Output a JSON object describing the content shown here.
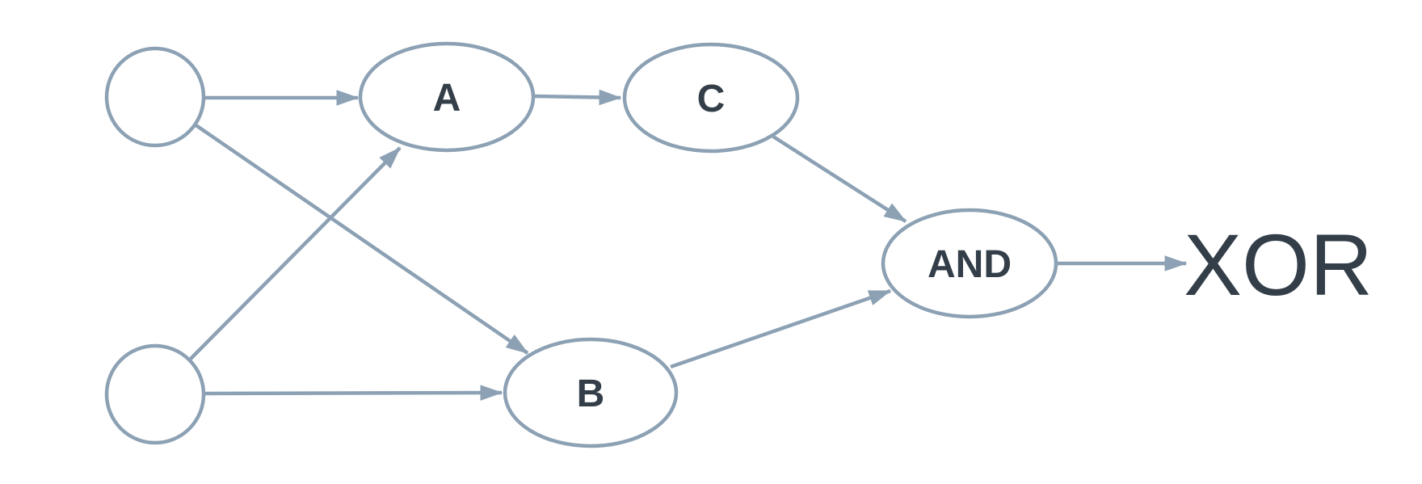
{
  "diagram": {
    "type": "directed-graph",
    "nodes": {
      "input1": {
        "label": "",
        "shape": "circle"
      },
      "input2": {
        "label": "",
        "shape": "circle"
      },
      "a": {
        "label": "A",
        "shape": "ellipse"
      },
      "b": {
        "label": "B",
        "shape": "ellipse"
      },
      "c": {
        "label": "C",
        "shape": "ellipse"
      },
      "and": {
        "label": "AND",
        "shape": "ellipse"
      }
    },
    "output": {
      "label": "XOR"
    },
    "edges": [
      {
        "from": "input1",
        "to": "A"
      },
      {
        "from": "input1",
        "to": "B"
      },
      {
        "from": "input2",
        "to": "A"
      },
      {
        "from": "input2",
        "to": "B"
      },
      {
        "from": "A",
        "to": "C"
      },
      {
        "from": "C",
        "to": "AND"
      },
      {
        "from": "B",
        "to": "AND"
      },
      {
        "from": "AND",
        "to": "XOR"
      }
    ]
  },
  "colors": {
    "stroke": "#8ca1b4",
    "label": "#333e49",
    "background": "#ffffff"
  }
}
